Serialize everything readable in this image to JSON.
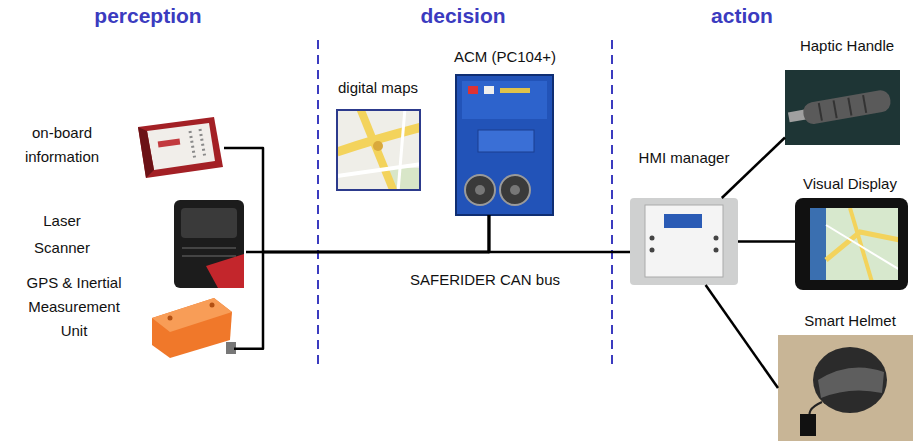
{
  "diagram": {
    "nodes": [
      {
        "text": [
          "on-board information"
        ]
      },
      {
        "text": [
          "Laser Scanner"
        ]
      },
      {
        "text": [
          "GPS & Inertial Measurement Unit"
        ]
      },
      {
        "text": [
          "digital maps"
        ]
      },
      {
        "text": [
          "ACM (PC104+)"
        ]
      },
      {
        "text": [
          "HMI manager"
        ]
      },
      {
        "text": [
          "Haptic Handle"
        ]
      },
      {
        "text": [
          "Visual Display"
        ]
      },
      {
        "text": [
          "Smart Helmet"
        ]
      }
    ],
    "edges": [
      {
        "from": 0,
        "to": 4,
        "arrow": "none"
      },
      {
        "from": 1,
        "to": 4,
        "arrow": "none"
      },
      {
        "from": 2,
        "to": 4,
        "arrow": "none"
      },
      {
        "from": 4,
        "to": 5,
        "label": "SAFERIDER CAN bus",
        "arrow": "none"
      },
      {
        "from": 5,
        "to": 6,
        "arrow": "none"
      },
      {
        "from": 5,
        "to": 7,
        "arrow": "none"
      },
      {
        "from": 5,
        "to": 8,
        "arrow": "none"
      }
    ],
    "labels": [
      "perception",
      "decision",
      "action"
    ]
  }
}
